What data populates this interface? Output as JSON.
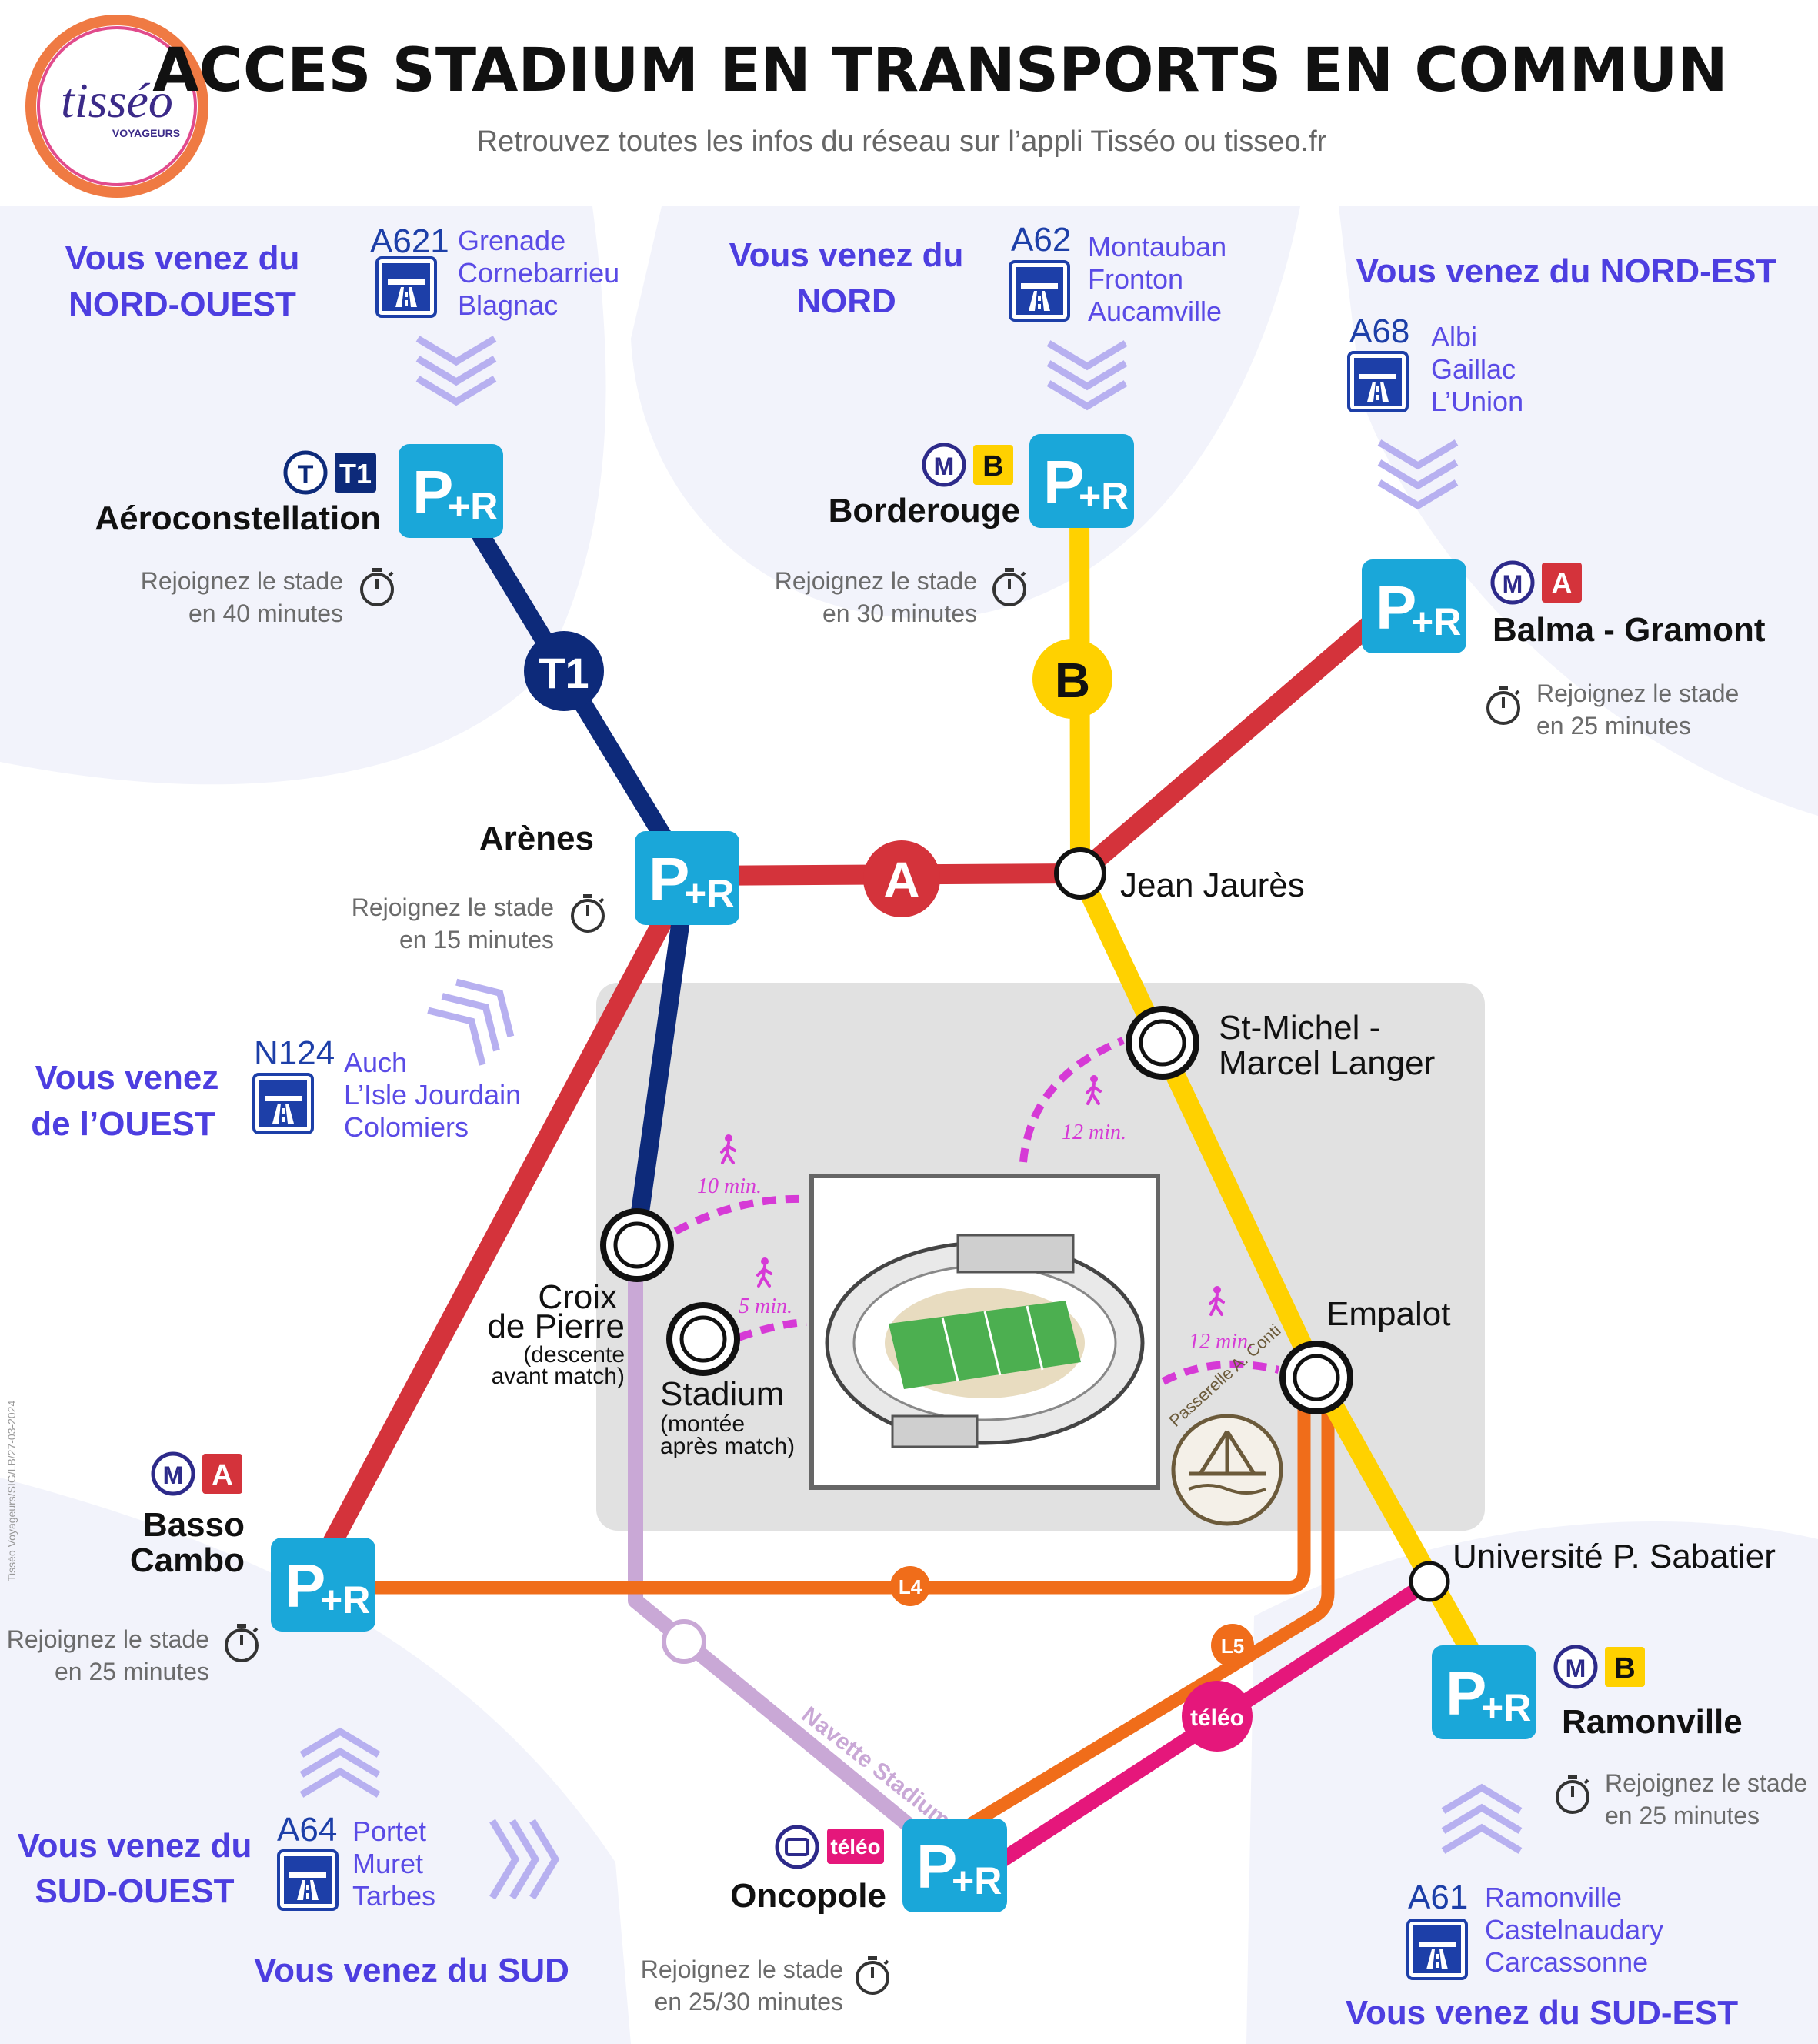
{
  "header": {
    "title": "ACCES STADIUM EN TRANSPORTS EN COMMUN",
    "subtitle": "Retrouvez toutes les infos du réseau sur l’appli Tisséo ou tisseo.fr",
    "logo_text": "tisséo",
    "logo_sub": "VOYAGEURS"
  },
  "directions": {
    "nord_ouest": [
      "Vous venez du",
      "NORD-OUEST"
    ],
    "nord": [
      "Vous venez du",
      "NORD"
    ],
    "nord_est": "Vous venez du NORD-EST",
    "ouest": [
      "Vous venez",
      "de l’OUEST"
    ],
    "sud_ouest": [
      "Vous venez du",
      "SUD-OUEST"
    ],
    "sud": "Vous venez du SUD",
    "sud_est": "Vous venez du SUD-EST"
  },
  "roads": {
    "a621": {
      "name": "A621",
      "towns": [
        "Grenade",
        "Cornebarrieu",
        "Blagnac"
      ]
    },
    "a62": {
      "name": "A62",
      "towns": [
        "Montauban",
        "Fronton",
        "Aucamville"
      ]
    },
    "a68": {
      "name": "A68",
      "towns": [
        "Albi",
        "Gaillac",
        "L’Union"
      ]
    },
    "n124": {
      "name": "N124",
      "towns": [
        "Auch",
        "L’Isle Jourdain",
        "Colomiers"
      ]
    },
    "a64": {
      "name": "A64",
      "towns": [
        "Portet",
        "Muret",
        "Tarbes"
      ]
    },
    "a61": {
      "name": "A61",
      "towns": [
        "Ramonville",
        "Castelnaudary",
        "Carcassonne"
      ]
    }
  },
  "stations": {
    "aeroconstellation": {
      "name": "Aéroconstellation",
      "time": [
        "Rejoignez le stade",
        "en 40 minutes"
      ]
    },
    "borderouge": {
      "name": "Borderouge",
      "time": [
        "Rejoignez le stade",
        "en 30 minutes"
      ]
    },
    "balma": {
      "name": "Balma - Gramont",
      "time": [
        "Rejoignez le stade",
        "en 25 minutes"
      ]
    },
    "arenes": {
      "name": "Arènes",
      "time": [
        "Rejoignez le stade",
        "en 15 minutes"
      ]
    },
    "jean_jaures": "Jean Jaurès",
    "st_michel": [
      "St-Michel -",
      "Marcel Langer"
    ],
    "croix": [
      "Croix",
      "de Pierre",
      "(descente",
      "avant match)"
    ],
    "stadium": [
      "Stadium",
      "(montée",
      "après match)"
    ],
    "empalot": "Empalot",
    "basso": {
      "name": [
        "Basso",
        "Cambo"
      ],
      "time": [
        "Rejoignez le stade",
        "en 25 minutes"
      ]
    },
    "universite": "Université P. Sabatier",
    "ramonville": {
      "name": "Ramonville",
      "time": [
        "Rejoignez le stade",
        "en 25 minutes"
      ]
    },
    "oncopole": {
      "name": "Oncopole",
      "time": [
        "Rejoignez le stade",
        "en 25/30 minutes"
      ]
    }
  },
  "lines": {
    "t1": "T1",
    "b": "B",
    "a": "A",
    "l4": "L4",
    "l5": "L5",
    "teleo": "téléo",
    "navette": "Navette Stadium",
    "t_mode": "T",
    "m_mode": "M"
  },
  "walks": [
    "10 min.",
    "5 min.",
    "12 min.",
    "12 min."
  ],
  "passerelle": "Passerelle A. Conti",
  "pr": {
    "p": "P",
    "r": "+R"
  },
  "credit": "Tisséo Voyageurs/SIG/LB/27-03-2024",
  "colors": {
    "t1": "#0d2a7a",
    "line_a": "#d4333b",
    "line_b": "#ffd100",
    "l4": "#f06d1a",
    "teleo": "#e5177b",
    "navette": "#c9a8d6",
    "pr": "#1aa7d9",
    "direction": "#4d3ee0",
    "walk": "#d63ad6"
  }
}
